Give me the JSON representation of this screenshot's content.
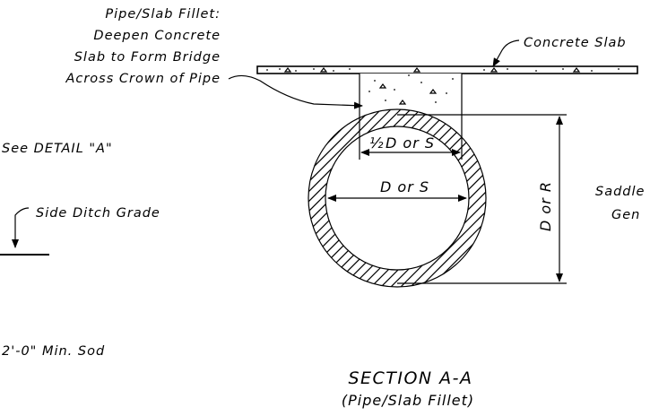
{
  "labels": {
    "fillet_line1": "Pipe/Slab Fillet:",
    "fillet_line2": "Deepen Concrete",
    "fillet_line3": "Slab to Form Bridge",
    "fillet_line4": "Across Crown of Pipe",
    "concrete_slab": "Concrete Slab",
    "see_detail": "See DETAIL \"A\"",
    "side_ditch_grade": "Side Ditch Grade",
    "min_sod": "2'-0\" Min. Sod",
    "saddle_line1": "Saddle",
    "saddle_line2": "Gen",
    "half_prefix": "½",
    "half_d_or_s": "D or S",
    "d_or_s": "D or S",
    "d_or_r": "D or R",
    "section_title": "SECTION A-A",
    "section_subtitle": "(Pipe/Slab Fillet)"
  }
}
